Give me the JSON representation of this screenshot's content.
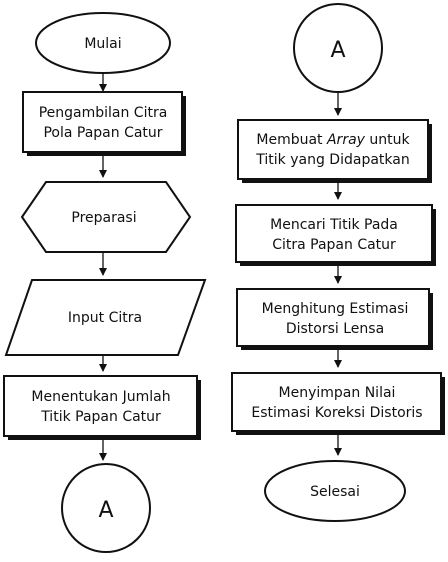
{
  "flowchart": {
    "left": {
      "start": "Mulai",
      "step1_line1": "Pengambilan Citra",
      "step1_line2": "Pola Papan Catur",
      "prep": "Preparasi",
      "input": "Input Citra",
      "step2_line1": "Menentukan Jumlah",
      "step2_line2": "Titik Papan Catur",
      "connector": "A"
    },
    "right": {
      "connector": "A",
      "step1_line1_pre": "Membuat ",
      "step1_line1_em": "Array",
      "step1_line1_post": " untuk",
      "step1_line2": "Titik yang Didapatkan",
      "step2_line1": "Mencari Titik Pada",
      "step2_line2": "Citra Papan Catur",
      "step3_line1": "Menghitung Estimasi",
      "step3_line2": "Distorsi Lensa",
      "step4_line1": "Menyimpan Nilai",
      "step4_line2": "Estimasi Koreksi Distoris",
      "end": "Selesai"
    }
  }
}
